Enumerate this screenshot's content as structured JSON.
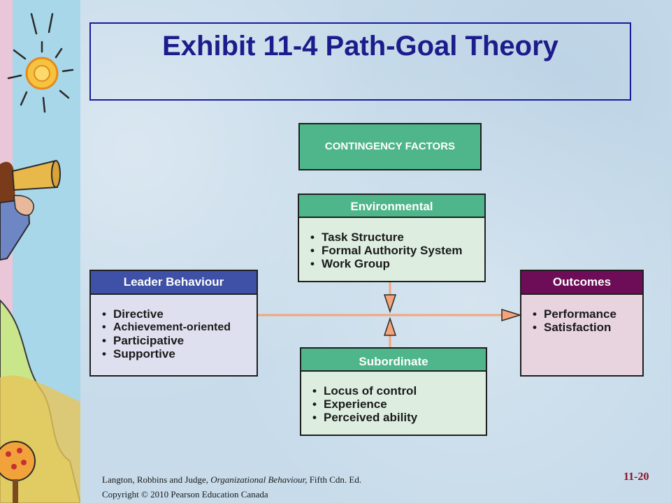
{
  "title": "Exhibit 11-4 Path-Goal Theory",
  "contingency": {
    "label": "CONTINGENCY FACTORS"
  },
  "environmental": {
    "header": "Environmental",
    "items": [
      "Task Structure",
      "Formal Authority System",
      "Work Group"
    ]
  },
  "leader": {
    "header": "Leader Behaviour",
    "items": [
      "Directive",
      "Achievement-oriented",
      "Participative",
      "Supportive"
    ]
  },
  "outcomes": {
    "header": "Outcomes",
    "items": [
      "Performance",
      "Satisfaction"
    ]
  },
  "subordinate": {
    "header": "Subordinate",
    "items": [
      "Locus of control",
      "Experience",
      "Perceived ability"
    ]
  },
  "footer": {
    "authors": "Langton, Robbins and Judge, ",
    "book": "Organizational Behaviour,",
    "edition": " Fifth Cdn. Ed.",
    "copyright": "Copyright © 2010 Pearson Education Canada"
  },
  "slide_number": "11-20",
  "colors": {
    "title": "#1c1c8c",
    "green_header": "#4fb58a",
    "leader_header": "#3f51a6",
    "outcomes_header": "#6e0d57",
    "connector": "#f5a47a"
  }
}
